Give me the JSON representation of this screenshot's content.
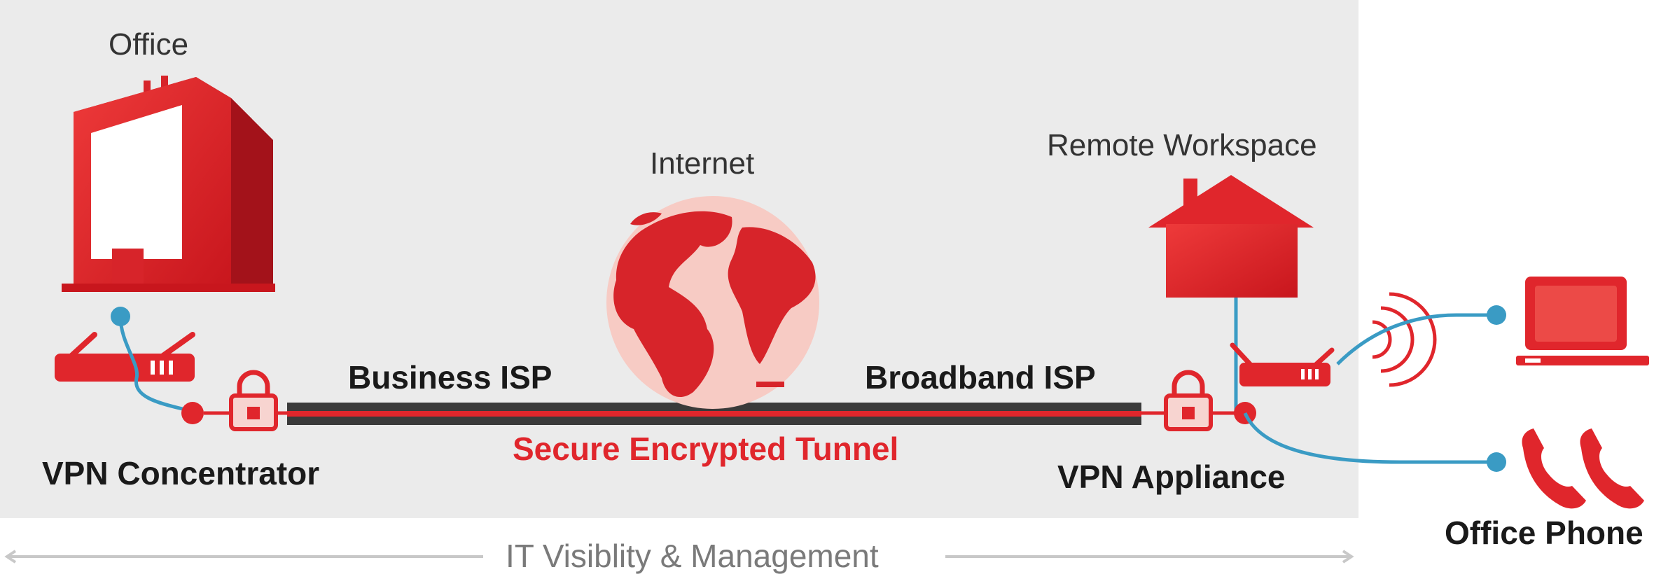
{
  "diagram": {
    "labels": {
      "office": "Office",
      "internet": "Internet",
      "remote_workspace": "Remote Workspace",
      "business_isp": "Business ISP",
      "broadband_isp": "Broadband ISP",
      "tunnel": "Secure Encrypted Tunnel",
      "vpn_concentrator": "VPN Concentrator",
      "vpn_appliance": "VPN Appliance",
      "office_phone": "Office Phone",
      "it_management": "IT Visiblity & Management"
    },
    "icons": [
      "office-building-icon",
      "globe-icon",
      "house-icon",
      "router-icon",
      "lock-icon",
      "laptop-icon",
      "phone-icon",
      "wifi-signal-icon"
    ],
    "colors": {
      "accent_red": "#e0262c",
      "dark_red": "#b3161b",
      "connector_blue": "#3a9bc4",
      "panel_grey": "#ebebeb",
      "tunnel_dark": "#3a3a3a",
      "arrow_grey": "#c8c8c8"
    }
  }
}
